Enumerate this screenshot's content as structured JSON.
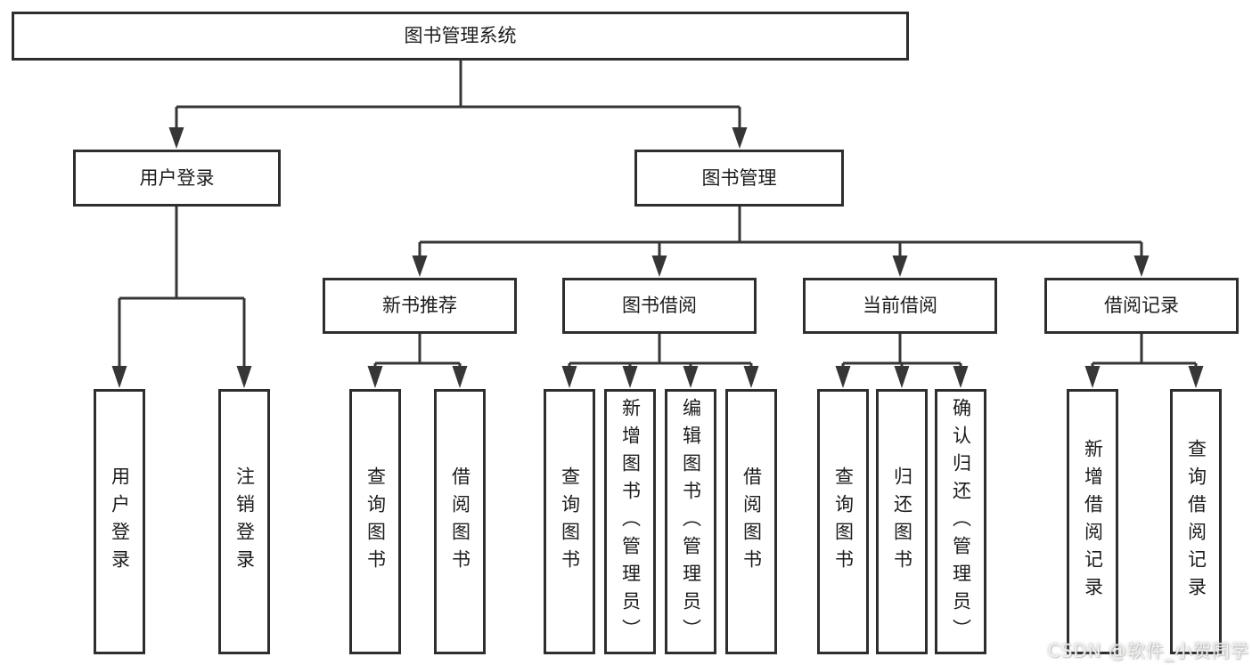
{
  "tree": {
    "label": "图书管理系统",
    "children": [
      {
        "label": "用户登录",
        "children": [
          {
            "label": "用户登录"
          },
          {
            "label": "注销登录"
          }
        ]
      },
      {
        "label": "图书管理",
        "children": [
          {
            "label": "新书推荐",
            "children": [
              {
                "label": "查询图书"
              },
              {
                "label": "借阅图书"
              }
            ]
          },
          {
            "label": "图书借阅",
            "children": [
              {
                "label": "查询图书"
              },
              {
                "label": "新增图书（管理员）"
              },
              {
                "label": "编辑图书（管理员）"
              },
              {
                "label": "借阅图书"
              }
            ]
          },
          {
            "label": "当前借阅",
            "children": [
              {
                "label": "查询图书"
              },
              {
                "label": "归还图书"
              },
              {
                "label": "确认归还（管理员）"
              }
            ]
          },
          {
            "label": "借阅记录",
            "children": [
              {
                "label": "新增借阅记录"
              },
              {
                "label": "查询借阅记录"
              }
            ]
          }
        ]
      }
    ]
  },
  "watermark": "CSDN @软件_小贺同学",
  "colors": {
    "background": "#ffffff",
    "box_border": "#2e2e2e",
    "connector_line": "#363636",
    "text": "#1c1c1c",
    "watermark_text": "#f3f1ef"
  }
}
